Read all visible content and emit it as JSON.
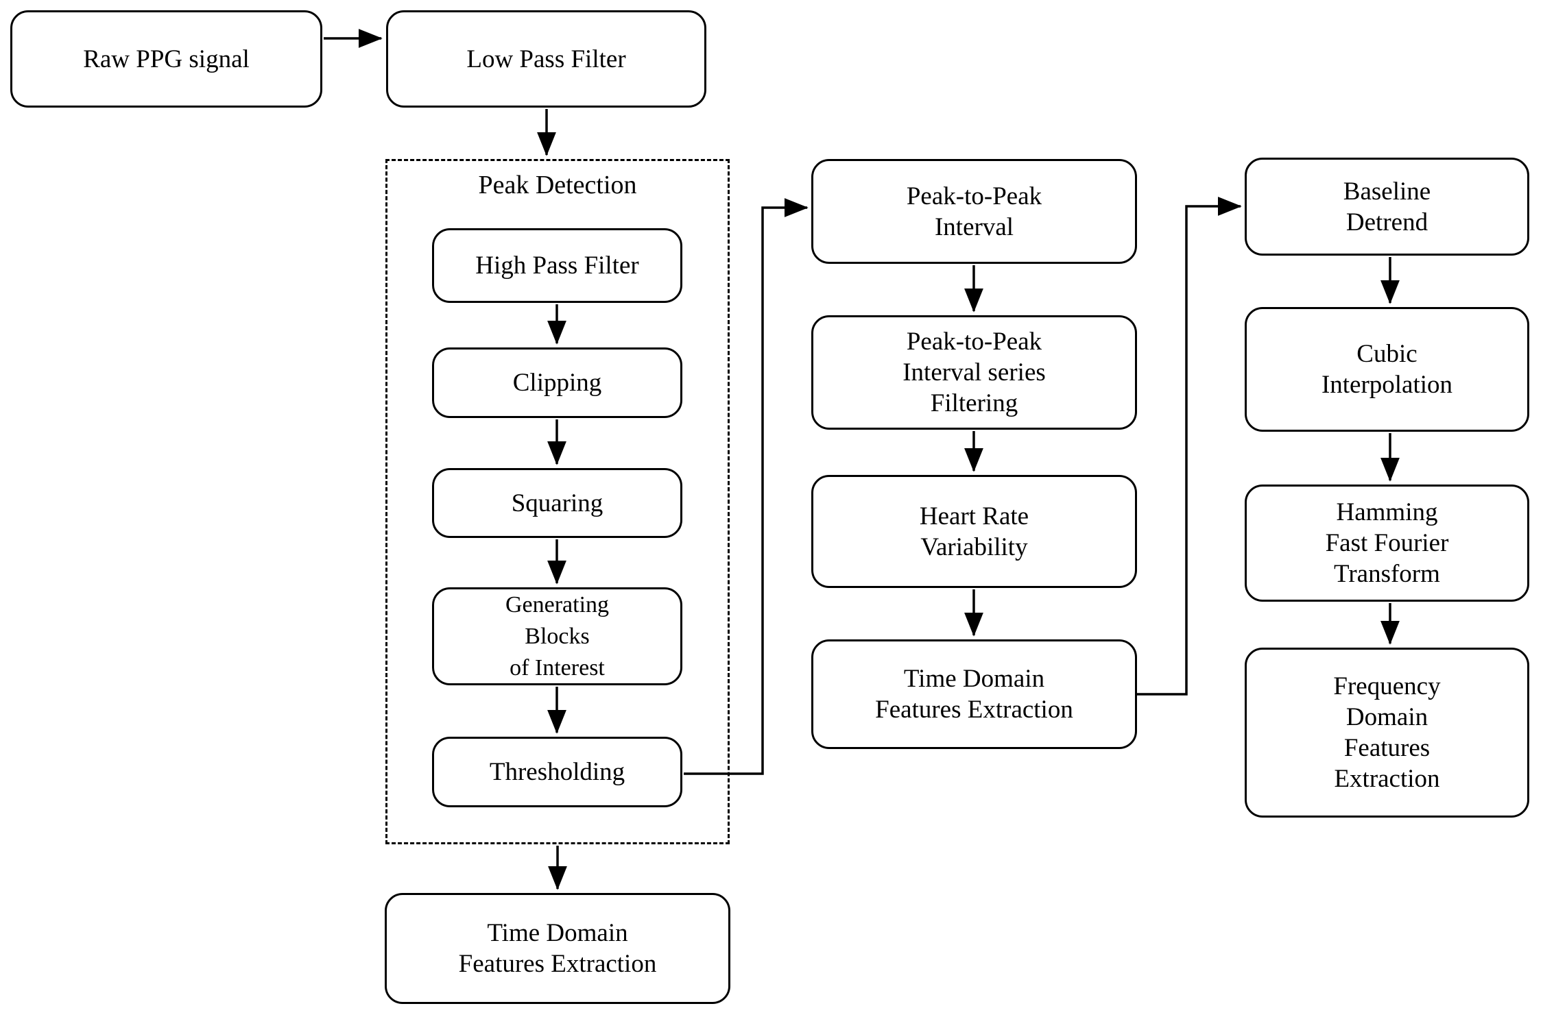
{
  "nodes": {
    "raw_ppg": {
      "label": "Raw PPG signal"
    },
    "low_pass": {
      "label": "Low Pass Filter"
    },
    "peak_detection_group": {
      "label": "Peak Detection"
    },
    "high_pass": {
      "label": "High Pass Filter"
    },
    "clipping": {
      "label": "Clipping"
    },
    "squaring": {
      "label": "Squaring"
    },
    "blocks_of_interest": {
      "label": "Generating\nBlocks\nof Interest"
    },
    "thresholding": {
      "label": "Thresholding"
    },
    "time_domain_bottom": {
      "label": "Time Domain\nFeatures Extraction"
    },
    "peak_to_peak_interval": {
      "label": "Peak-to-Peak\nInterval"
    },
    "ppi_series_filtering": {
      "label": "Peak-to-Peak\nInterval series\nFiltering"
    },
    "heart_rate_variability": {
      "label": "Heart Rate\nVariability"
    },
    "time_domain_mid": {
      "label": "Time Domain\nFeatures Extraction"
    },
    "baseline_detrend": {
      "label": "Baseline\nDetrend"
    },
    "cubic_interpolation": {
      "label": "Cubic\nInterpolation"
    },
    "hamming_fft": {
      "label": "Hamming\nFast Fourier\nTransform"
    },
    "freq_domain_features": {
      "label": "Frequency\nDomain\nFeatures\nExtraction"
    }
  },
  "colors": {
    "line": "#000000",
    "box_border": "#000000",
    "box_fill": "#ffffff",
    "text": "#000000",
    "background": "#ffffff"
  }
}
